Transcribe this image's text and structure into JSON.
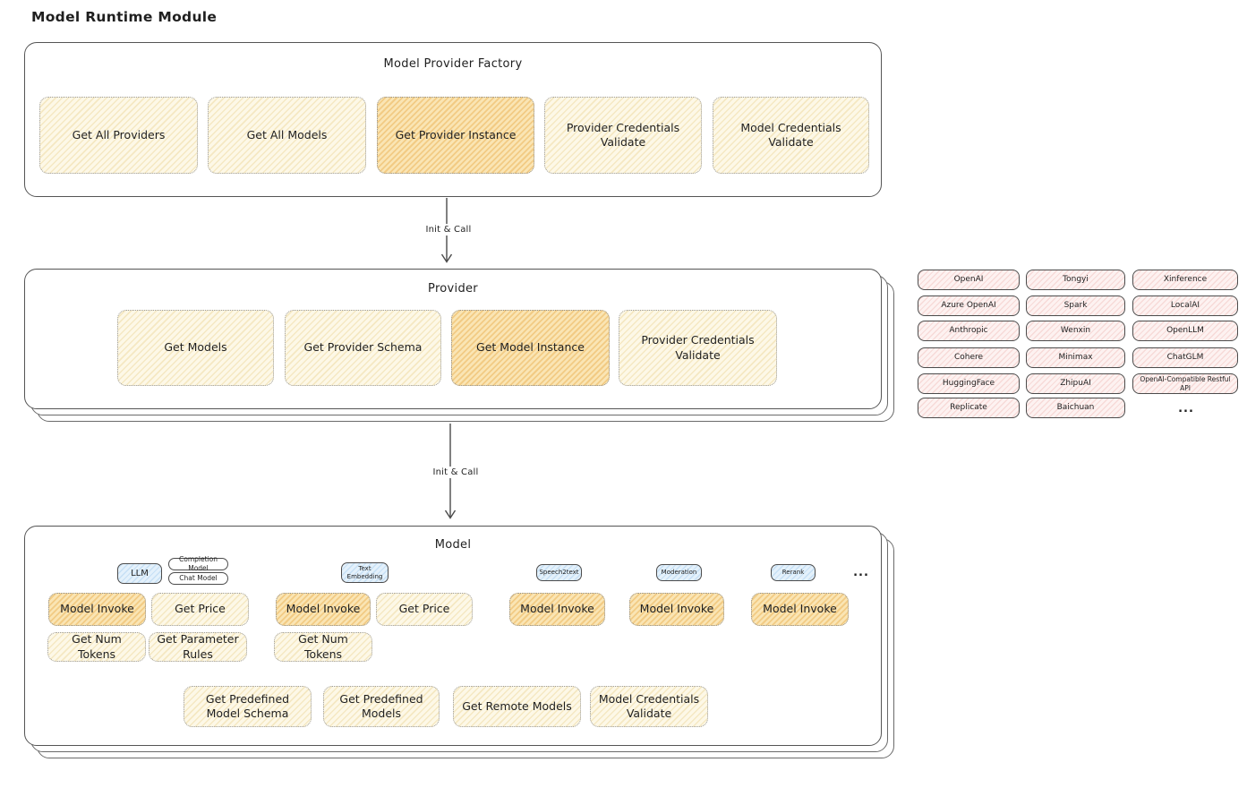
{
  "title": "Model Runtime Module",
  "arrow1": {
    "label": "Init & Call"
  },
  "arrow2": {
    "label": "Init & Call"
  },
  "factory": {
    "title": "Model Provider Factory",
    "items": [
      {
        "label": "Get All Providers",
        "highlight": false
      },
      {
        "label": "Get All Models",
        "highlight": false
      },
      {
        "label": "Get Provider Instance",
        "highlight": true
      },
      {
        "label": "Provider Credentials Validate",
        "highlight": false
      },
      {
        "label": "Model Credentials Validate",
        "highlight": false
      }
    ]
  },
  "provider": {
    "title": "Provider",
    "items": [
      {
        "label": "Get Models",
        "highlight": false
      },
      {
        "label": "Get Provider Schema",
        "highlight": false
      },
      {
        "label": "Get Model Instance",
        "highlight": true
      },
      {
        "label": "Provider Credentials Validate",
        "highlight": false
      }
    ]
  },
  "providers_grid": {
    "items": [
      "OpenAI",
      "Tongyi",
      "Xinference",
      "Azure OpenAI",
      "Spark",
      "LocalAI",
      "Anthropic",
      "Wenxin",
      "OpenLLM",
      "Cohere",
      "Minimax",
      "ChatGLM",
      "HuggingFace",
      "ZhipuAI",
      "OpenAI-Compatible Restful API",
      "Replicate",
      "Baichuan"
    ],
    "more": "..."
  },
  "model": {
    "title": "Model",
    "tabs": {
      "llm": "LLM",
      "completion": "Completion Model",
      "chat": "Chat Model",
      "text_embedding": "Text Embedding",
      "speech2text": "Speech2text",
      "moderation": "Moderation",
      "rerank": "Rerank",
      "more": "..."
    },
    "llm_ops": {
      "invoke": "Model Invoke",
      "price": "Get Price",
      "tokens": "Get Num Tokens",
      "rules": "Get Parameter Rules"
    },
    "embedding_ops": {
      "invoke": "Model Invoke",
      "price": "Get Price",
      "tokens": "Get Num Tokens"
    },
    "speech_ops": {
      "invoke": "Model Invoke"
    },
    "moderation_ops": {
      "invoke": "Model Invoke"
    },
    "rerank_ops": {
      "invoke": "Model Invoke"
    },
    "common_ops": {
      "schema": "Get Predefined Model Schema",
      "predefined": "Get Predefined Models",
      "remote": "Get Remote Models",
      "validate": "Model Credentials Validate"
    }
  },
  "colors": {
    "yellow_fill": "#fdf8e7",
    "yellow_hatch": "#e9d08a",
    "orange_fill": "#fae5b4",
    "orange_hatch": "#e9b154",
    "pink_fill": "#fdf2f1",
    "pink_hatch": "#ecada8",
    "blue_fill": "#e4f1fb",
    "blue_hatch": "#96c3eb",
    "border_dark": "#555555",
    "border_dotted": "#9b9b9b",
    "text": "#1f1f1f"
  }
}
